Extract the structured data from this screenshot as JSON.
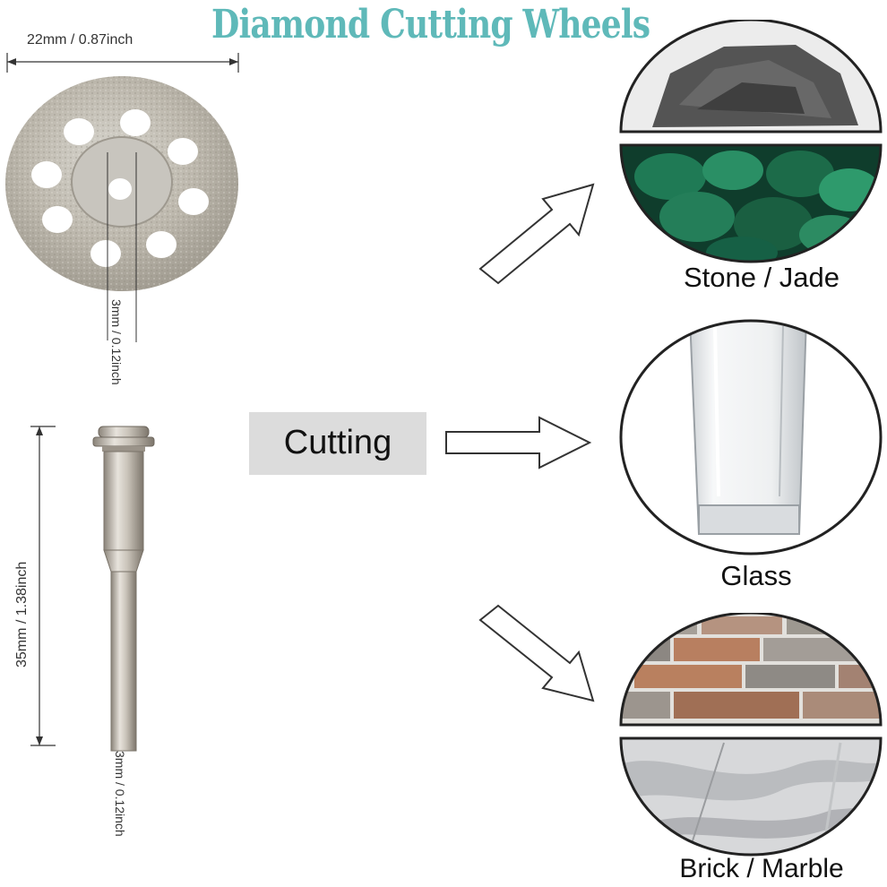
{
  "title": "Diamond Cutting Wheels",
  "dimensions": {
    "disc_diameter": "22mm / 0.87inch",
    "disc_hole": "3mm / 0.12inch",
    "mandrel_length": "35mm / 1.38inch",
    "shaft_diameter": "3mm / 0.12inch"
  },
  "action_label": "Cutting",
  "materials": [
    {
      "label": "Stone / Jade"
    },
    {
      "label": "Glass"
    },
    {
      "label": "Brick / Marble"
    }
  ]
}
